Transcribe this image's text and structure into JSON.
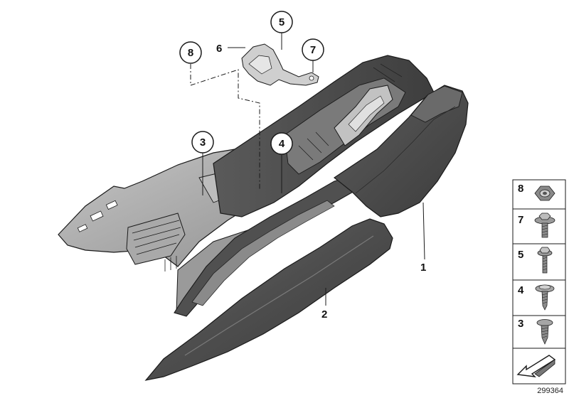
{
  "diagram": {
    "reference_number": "299364",
    "callouts": [
      {
        "id": "1",
        "label": "1",
        "circled": false
      },
      {
        "id": "2",
        "label": "2",
        "circled": false
      },
      {
        "id": "3",
        "label": "3",
        "circled": true
      },
      {
        "id": "4",
        "label": "4",
        "circled": true
      },
      {
        "id": "5",
        "label": "5",
        "circled": true
      },
      {
        "id": "6",
        "label": "6",
        "circled": false
      },
      {
        "id": "7",
        "label": "7",
        "circled": true
      },
      {
        "id": "8",
        "label": "8",
        "circled": true
      }
    ],
    "fastener_legend": [
      {
        "label": "8",
        "icon": "hex-nut-icon"
      },
      {
        "label": "7",
        "icon": "flange-bolt-icon"
      },
      {
        "label": "5",
        "icon": "hex-screw-icon"
      },
      {
        "label": "4",
        "icon": "washer-screw-icon"
      },
      {
        "label": "3",
        "icon": "tapping-screw-icon"
      }
    ],
    "colors": {
      "console_dark": "#4a4a4a",
      "console_mid": "#6e6e6e",
      "frame_light": "#b8b8b8",
      "bracket": "#c9c9c9",
      "stroke": "#1a1a1a"
    }
  }
}
